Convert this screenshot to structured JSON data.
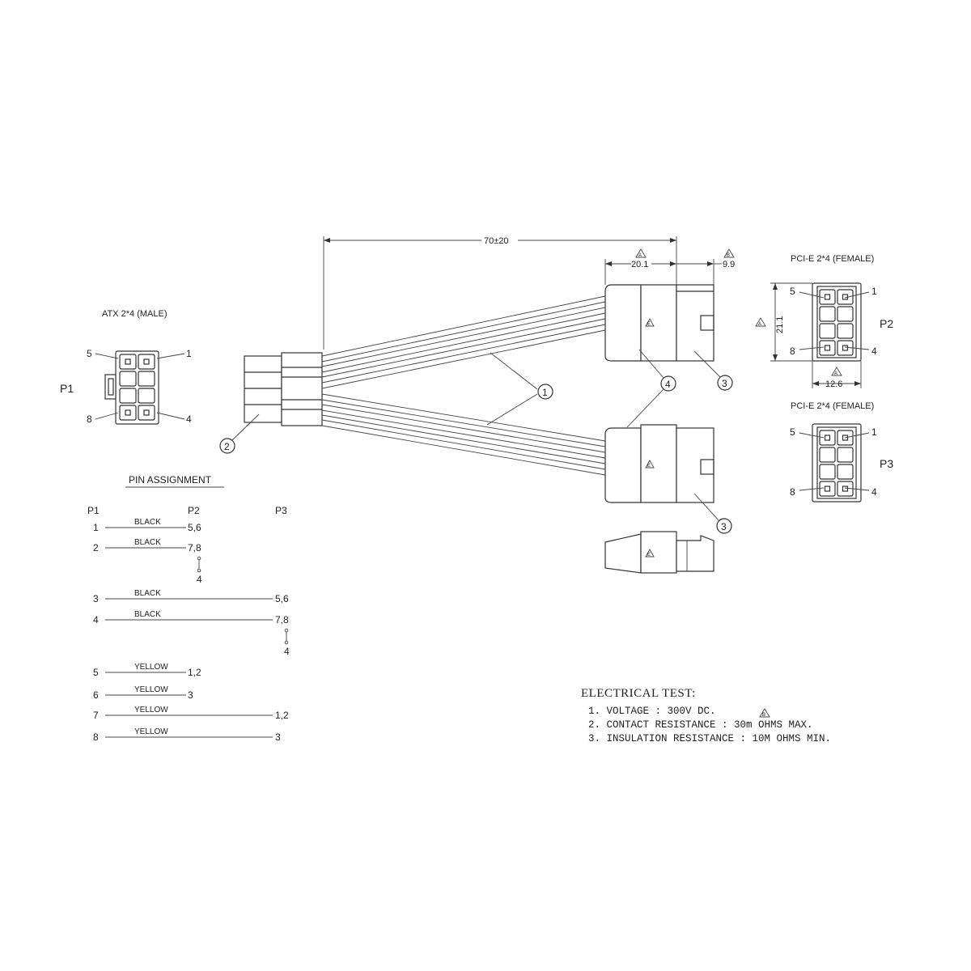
{
  "p1": {
    "title": "ATX 2*4 (MALE)",
    "label": "P1",
    "pins": [
      "5",
      "1",
      "8",
      "4"
    ]
  },
  "p2": {
    "title": "PCI-E 2*4 (FEMALE)",
    "label": "P2",
    "pins": [
      "5",
      "1",
      "8",
      "4"
    ],
    "dim_height": "21.1",
    "dim_width": "12.6",
    "dim_mark": "A"
  },
  "p3": {
    "title": "PCI-E 2*4 (FEMALE)",
    "label": "P3",
    "pins": [
      "5",
      "1",
      "8",
      "4"
    ]
  },
  "dimensions": {
    "length": "70±20",
    "housing": "20.1",
    "latch": "9.9",
    "mark_housing": "A",
    "mark_latch": "B"
  },
  "balloons": [
    "1",
    "2",
    "3",
    "4"
  ],
  "housing_mark": "E",
  "pin_assignment": {
    "title": "PIN ASSIGNMENT",
    "headers": [
      "P1",
      "P2",
      "P3"
    ],
    "rows": [
      {
        "pin": "1",
        "color": "BLACK",
        "p2": "5,6",
        "p3": ""
      },
      {
        "pin": "2",
        "color": "BLACK",
        "p2": "7,8",
        "p3": "",
        "jumper": "4"
      },
      {
        "pin": "3",
        "color": "BLACK",
        "p2": "",
        "p3": "5,6"
      },
      {
        "pin": "4",
        "color": "BLACK",
        "p2": "",
        "p3": "7,8",
        "jumper": "4"
      },
      {
        "pin": "5",
        "color": "YELLOW",
        "p2": "1,2",
        "p3": ""
      },
      {
        "pin": "6",
        "color": "YELLOW",
        "p2": "3",
        "p3": ""
      },
      {
        "pin": "7",
        "color": "YELLOW",
        "p2": "",
        "p3": "1,2"
      },
      {
        "pin": "8",
        "color": "YELLOW",
        "p2": "",
        "p3": "3"
      }
    ]
  },
  "electrical_test": {
    "title": "ELECTRICAL TEST:",
    "items": [
      "1. VOLTAGE : 300V DC.",
      "2. CONTACT RESISTANCE : 30m OHMS MAX.",
      "3. INSULATION RESISTANCE : 10M OHMS MIN."
    ],
    "mark": "B"
  }
}
